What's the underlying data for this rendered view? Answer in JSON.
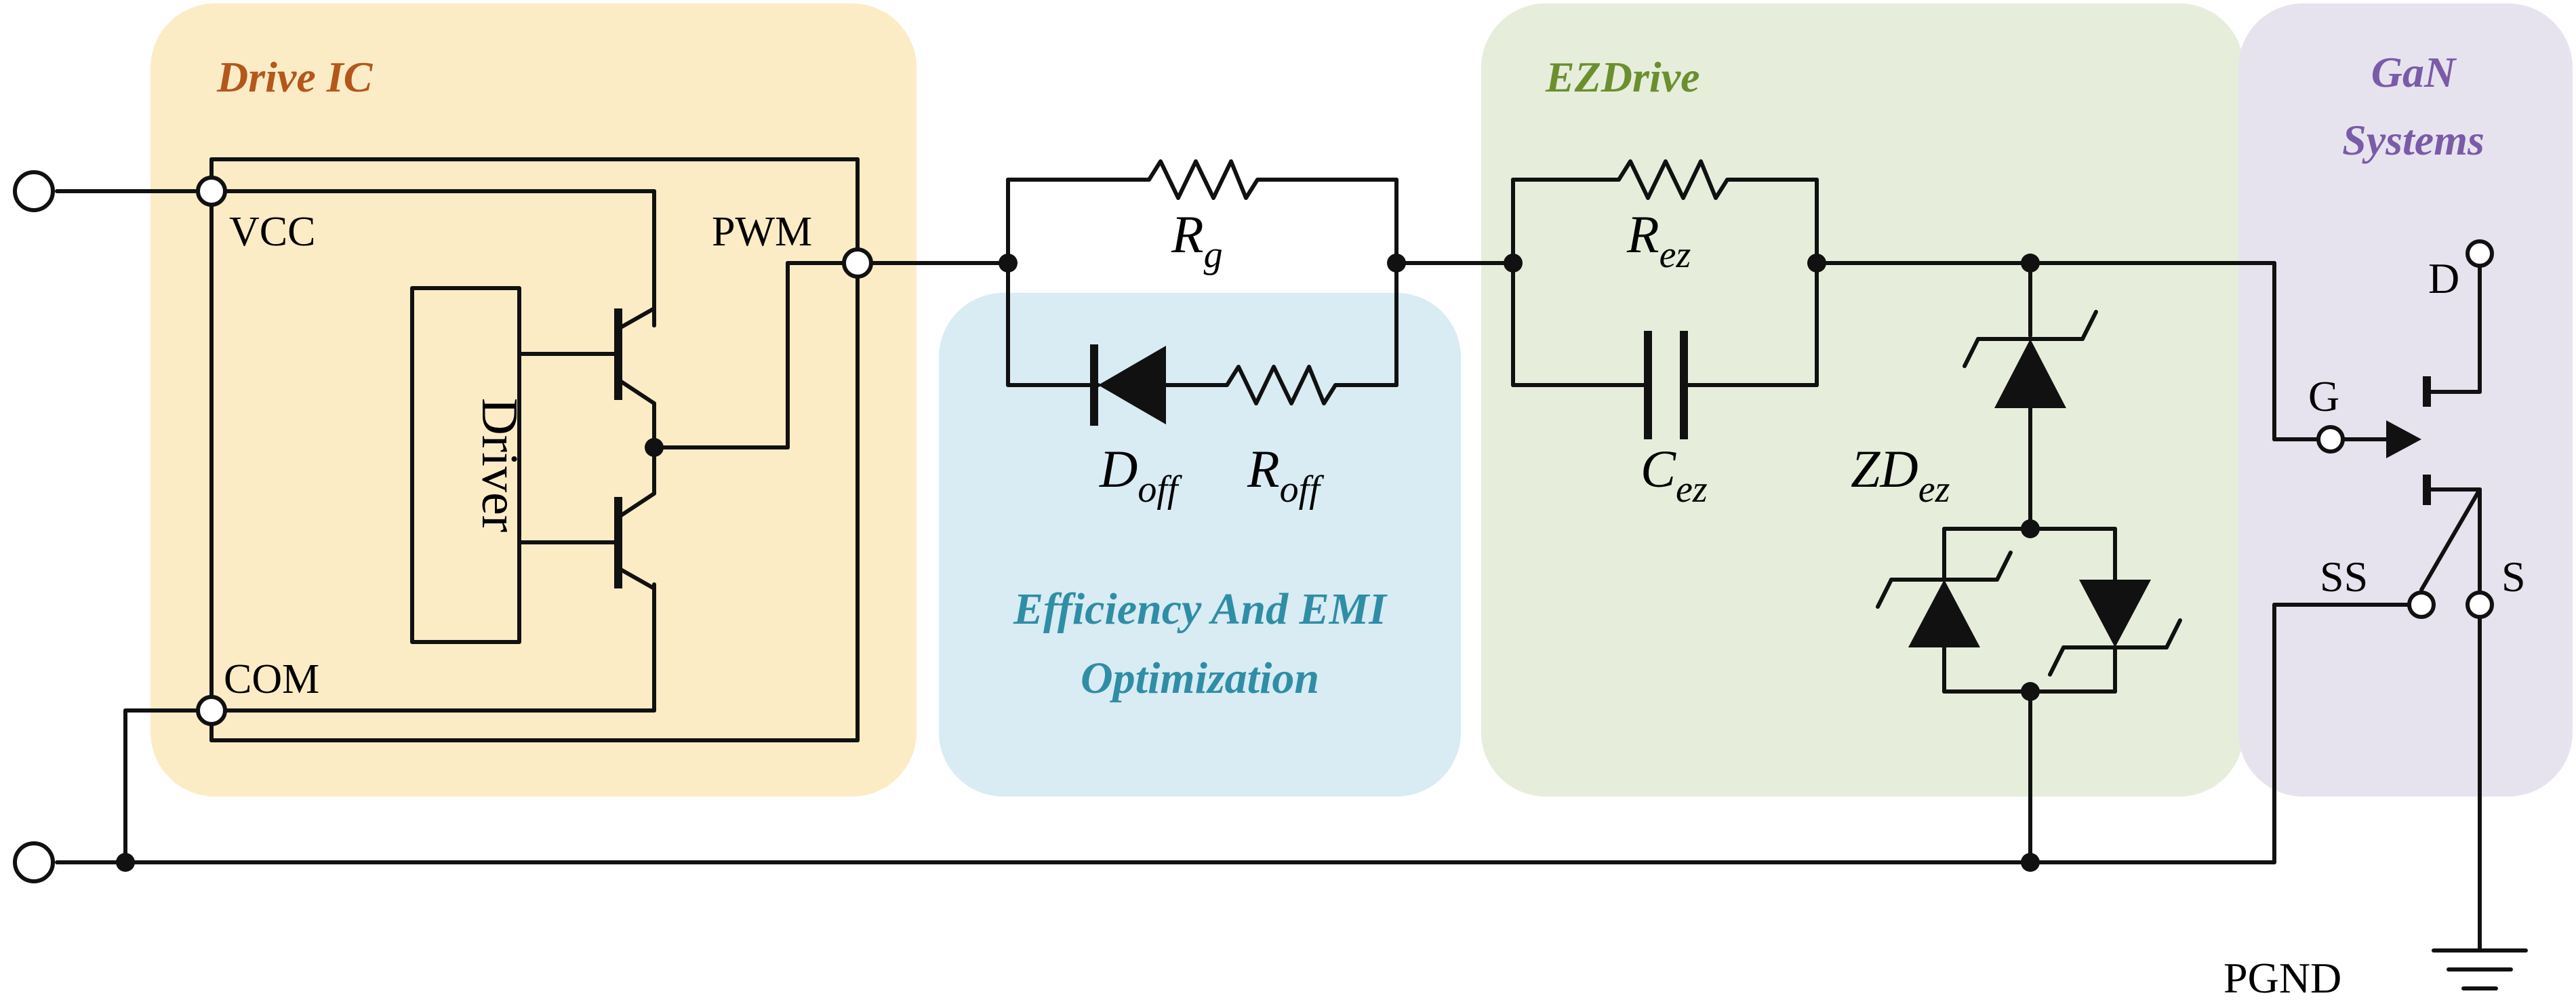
{
  "colors": {
    "drive_ic_bg": "#fcecc6",
    "optimization_bg": "#d9ebf3",
    "ezdrive_bg": "#e6eedb",
    "gan_bg": "#e7e3ee",
    "drive_ic_title": "#b4571b",
    "optimization_title": "#2e8ea6",
    "ezdrive_title": "#6b8f2e",
    "gan_title": "#7a5ba8",
    "ink": "#111111"
  },
  "regions": {
    "drive_ic": {
      "title": "Drive IC"
    },
    "optimization": {
      "title_line1": "Efficiency And EMI",
      "title_line2": "Optimization"
    },
    "ezdrive": {
      "title": "EZDrive"
    },
    "gan": {
      "title_line1": "GaN",
      "title_line2": "Systems"
    }
  },
  "labels": {
    "vcc": "VCC",
    "com": "COM",
    "pwm": "PWM",
    "driver": "Driver",
    "pgnd": "PGND",
    "gate": "G",
    "drain": "D",
    "source": "S",
    "source_sense": "SS"
  },
  "components": {
    "rg": {
      "main": "R",
      "sub": "g"
    },
    "doff": {
      "main": "D",
      "sub": "off"
    },
    "roff": {
      "main": "R",
      "sub": "off"
    },
    "rez": {
      "main": "R",
      "sub": "ez"
    },
    "cez": {
      "main": "C",
      "sub": "ez"
    },
    "zdez": {
      "main": "ZD",
      "sub": "ez"
    }
  }
}
